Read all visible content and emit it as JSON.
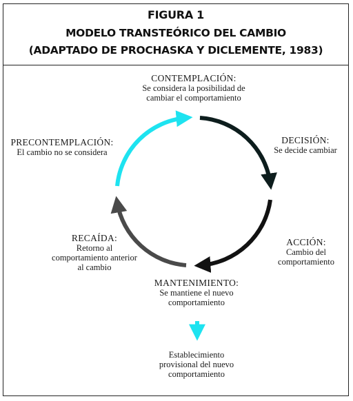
{
  "header": {
    "figure_number": "FIGURA 1",
    "title": "MODELO TRANSTEÓRICO DEL CAMBIO",
    "source": "(ADAPTADO DE PROCHASKA Y DICLEMENTE, 1983)"
  },
  "stages": {
    "contemplacion": {
      "name": "CONTEMPLACIÓN:",
      "desc_lines": [
        "Se considera la posibilidad de",
        "cambiar el comportamiento"
      ]
    },
    "decision": {
      "name": "DECISIÓN:",
      "desc_lines": [
        "Se decide cambiar"
      ]
    },
    "accion": {
      "name": "ACCIÓN:",
      "desc_lines": [
        "Cambio del",
        "comportamiento"
      ]
    },
    "mantenimiento": {
      "name": "MANTENIMIENTO:",
      "desc_lines": [
        "Se mantiene el nuevo",
        "comportamiento"
      ]
    },
    "recaida": {
      "name": "RECAÍDA:",
      "desc_lines": [
        "Retorno al",
        "comportamiento anterior",
        "al cambio"
      ]
    },
    "precontemplacion": {
      "name": "PRECONTEMPLACIÓN:",
      "desc_lines": [
        "El cambio no se considera"
      ]
    }
  },
  "outcome": {
    "lines": [
      "Establecimiento",
      "provisional del nuevo",
      "comportamiento"
    ]
  },
  "colors": {
    "cyan": "#1ee3f0",
    "dark_teal": "#0d1d1d",
    "black": "#121212",
    "gray": "#4a4a4a",
    "border": "#222222",
    "text": "#1a1a1a"
  }
}
